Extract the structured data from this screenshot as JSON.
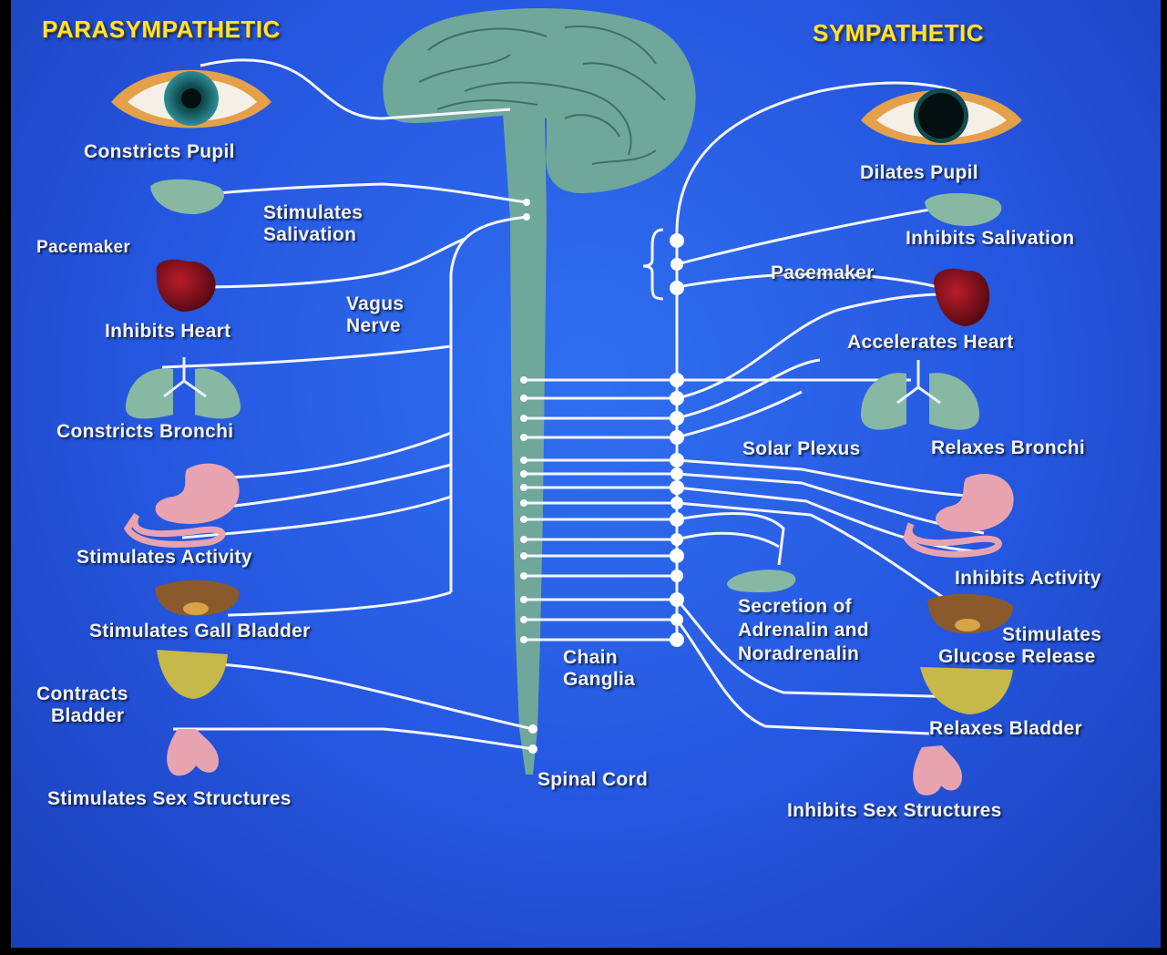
{
  "colors": {
    "background": "#2556df",
    "title_text": "#ffe23a",
    "label_text": "#f2f2f2",
    "nerve": "#f4f6ff",
    "cns": "#6fa79a",
    "frame": "#000000"
  },
  "titles": {
    "parasympathetic": "PARASYMPATHETIC",
    "sympathetic": "SYMPATHETIC"
  },
  "parasympathetic": {
    "pupil": "Constricts Pupil",
    "salivation_1": "Stimulates",
    "salivation_2": "Salivation",
    "pacemaker": "Pacemaker",
    "heart": "Inhibits Heart",
    "vagus_1": "Vagus",
    "vagus_2": "Nerve",
    "bronchi": "Constricts Bronchi",
    "activity": "Stimulates Activity",
    "gall": "Stimulates Gall Bladder",
    "bladder_1": "Contracts",
    "bladder_2": "Bladder",
    "sex": "Stimulates Sex Structures"
  },
  "sympathetic": {
    "pupil": "Dilates Pupil",
    "salivation": "Inhibits Salivation",
    "pacemaker": "Pacemaker",
    "heart": "Accelerates Heart",
    "solar": "Solar Plexus",
    "bronchi": "Relaxes Bronchi",
    "activity": "Inhibits Activity",
    "adrenal_1": "Secretion of",
    "adrenal_2": "Adrenalin and",
    "adrenal_3": "Noradrenalin",
    "glucose_1": "Stimulates",
    "glucose_2": "Glucose Release",
    "bladder": "Relaxes Bladder",
    "sex": "Inhibits Sex Structures"
  },
  "center": {
    "chain_1": "Chain",
    "chain_2": "Ganglia",
    "spinal": "Spinal Cord"
  }
}
